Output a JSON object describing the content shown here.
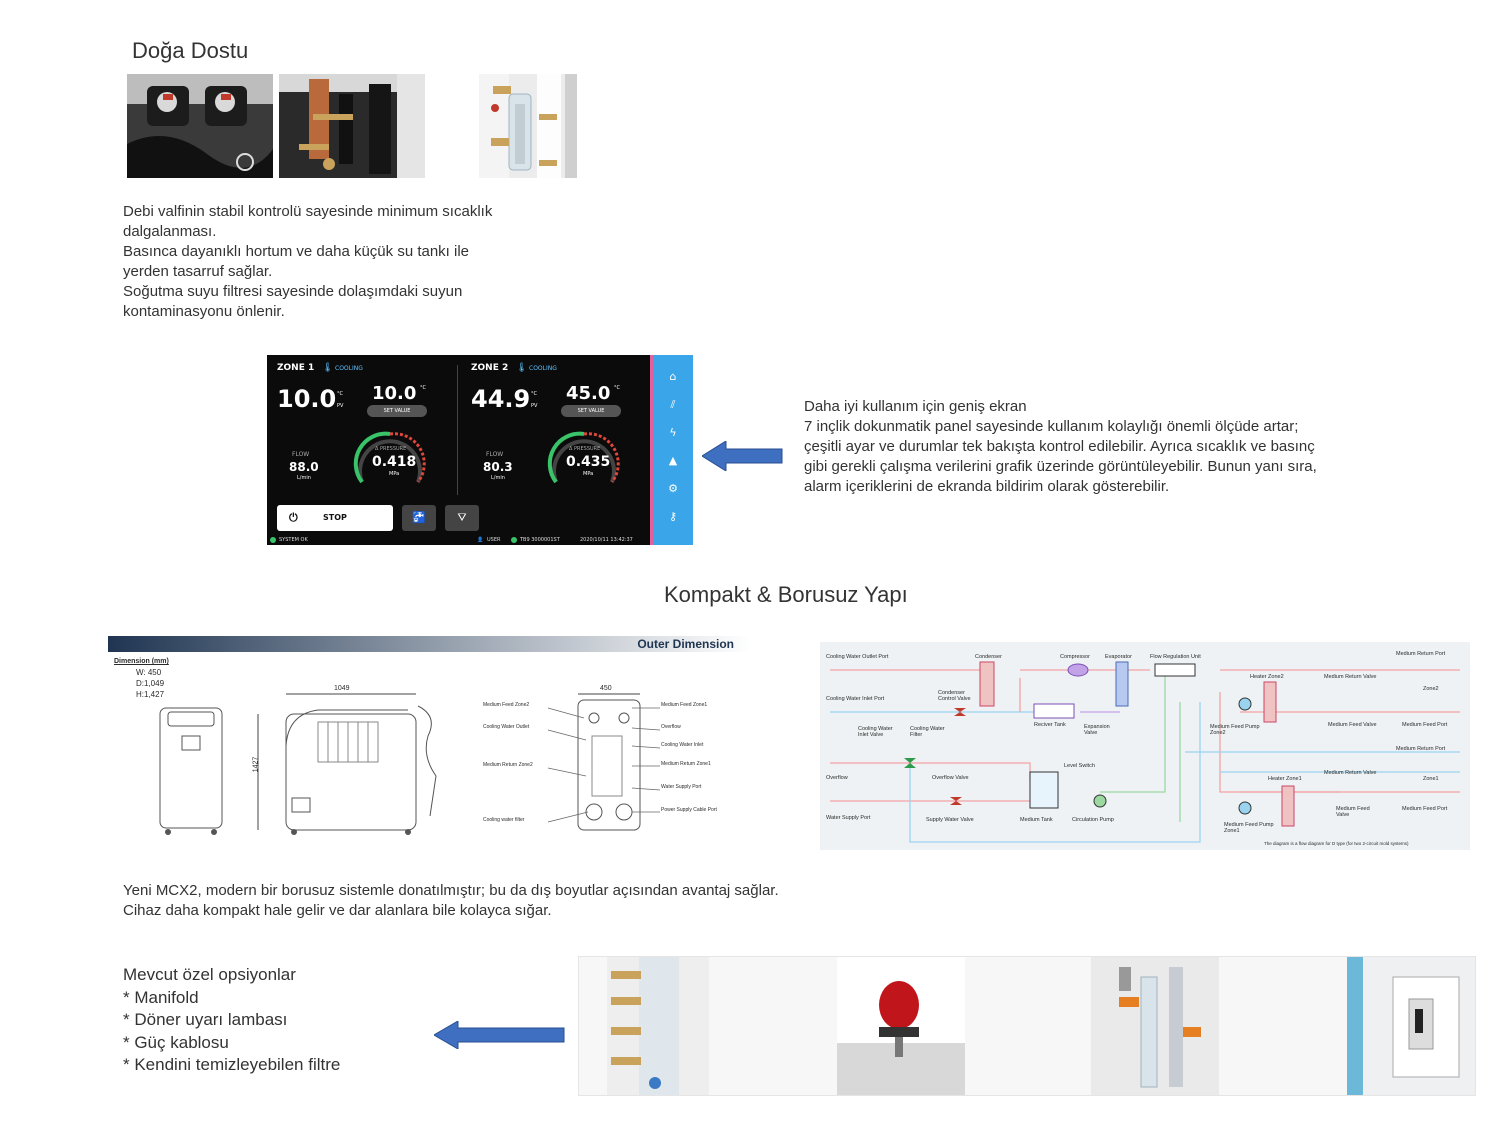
{
  "section1": {
    "title": "Doğa Dostu",
    "lines": [
      "Debi valfinin stabil kontrolü sayesinde minimum sıcaklık",
      "dalgalanması.",
      "Basınca dayanıklı hortum ve daha küçük su tankı ile",
      "yerden tasarruf sağlar.",
      "Soğutma suyu filtresi sayesinde dolaşımdaki suyun",
      "kontaminasyonu önlenir."
    ]
  },
  "hmi": {
    "zone1": {
      "label": "ZONE 1",
      "mode": "COOLING",
      "pv": "10.0",
      "sv": "10.0",
      "set_value": "SET VALUE",
      "pv_label": "PV",
      "unit": "°C",
      "flow_label": "FLOW",
      "flow": "88.0",
      "flow_unit": "L/min",
      "pressure_label": "Δ PRESSURE",
      "pressure": "0.418",
      "pressure_unit": "MPa"
    },
    "zone2": {
      "label": "ZONE 2",
      "mode": "COOLING",
      "pv": "44.9",
      "sv": "45.0",
      "set_value": "SET VALUE",
      "pv_label": "PV",
      "unit": "°C",
      "flow_label": "FLOW",
      "flow": "80.3",
      "flow_unit": "L/min",
      "pressure_label": "Δ PRESSURE",
      "pressure": "0.435",
      "pressure_unit": "MPa"
    },
    "stop_label": "STOP",
    "status_left": "SYSTEM OK",
    "status_user": "USER",
    "status_model": "TB9  3000001ST",
    "status_time": "2020/10/11 13:42:37",
    "sidebar_icons": [
      "home-icon",
      "chart-icon",
      "lightning-icon",
      "warning-icon",
      "gear-icon",
      "key-icon"
    ]
  },
  "section2": {
    "lines": [
      "Daha iyi kullanım için geniş ekran",
      "7 inçlik dokunmatik panel sayesinde kullanım kolaylığı önemli ölçüde artar;",
      "çeşitli ayar ve durumlar tek bakışta kontrol edilebilir. Ayrıca sıcaklık ve basınç",
      "gibi gerekli çalışma verilerini grafik üzerinde görüntüleyebilir. Bunun yanı sıra,",
      "alarm içeriklerini de ekranda bildirim olarak gösterebilir."
    ]
  },
  "section3": {
    "title": "Kompakt & Borusuz Yapı",
    "dimension": {
      "header": "Outer Dimension",
      "label": "Dimension (mm)",
      "w": "W:  450",
      "d": "D:1,049",
      "h": "H:1,427",
      "depth_value": "1049",
      "width_value": "450",
      "height_value": "1427",
      "callouts": [
        "Medium Feed Zone2",
        "Cooling Water Outlet",
        "Medium Return Zone2",
        "Cooling water filter",
        "Medium Feed Zone1",
        "Overflow",
        "Cooling Water Inlet",
        "Medium Return Zone1",
        "Water Supply Port",
        "Power Supply Cable Port"
      ]
    },
    "flow_labels": {
      "cw_outlet": "Cooling Water Outlet Port",
      "cw_inlet": "Cooling Water Inlet Port",
      "condenser": "Condenser",
      "compressor": "Compressor",
      "evaporator": "Evaporator",
      "flow_unit": "Flow Regulation Unit",
      "cond_valve": "Condenser Control Valve",
      "receiver": "Reciver Tank",
      "expansion": "Expansion Valve",
      "cw_inlet_valve": "Cooling Water Inlet Valve",
      "cw_filter": "Cooling Water Filter",
      "overflow": "Overflow",
      "overflow_valve": "Overflow Valve",
      "level_switch": "Level Switch",
      "wsp": "Water Supply Port",
      "ws_valve": "Supply Water Valve",
      "medium_tank": "Medium Tank",
      "circ_pump": "Circulation  Pump",
      "mrp": "Medium Return Port",
      "heater2": "Heater Zone2",
      "mrv": "Medium Return Valve",
      "zone2": "Zone2",
      "mfp2": "Medium Feed Pump Zone2",
      "mfv": "Medium Feed Valve",
      "mfport": "Medium Feed Port",
      "heater1": "Heater Zone1",
      "zone1": "Zone1",
      "mfp1": "Medium Feed Pump Zone1",
      "note": "The diagram is a flow diagram for D type (for two 2-circuit mold systems)"
    },
    "lines": [
      "Yeni MCX2, modern bir borusuz sistemle donatılmıştır; bu da dış boyutlar açısından avantaj sağlar.",
      "Cihaz daha kompakt hale gelir ve dar alanlara bile kolayca sığar."
    ]
  },
  "section4": {
    "lines": [
      "Mevcut özel opsiyonlar",
      "*  Manifold",
      "* Döner uyarı lambası",
      "* Güç kablosu",
      "* Kendini temizleyebilen filtre"
    ]
  },
  "colors": {
    "arrow": "#3e6fc1",
    "hmi_sidebar": "#3aa5e8",
    "gauge_green": "#39c46a",
    "gauge_red": "#e0473a"
  }
}
